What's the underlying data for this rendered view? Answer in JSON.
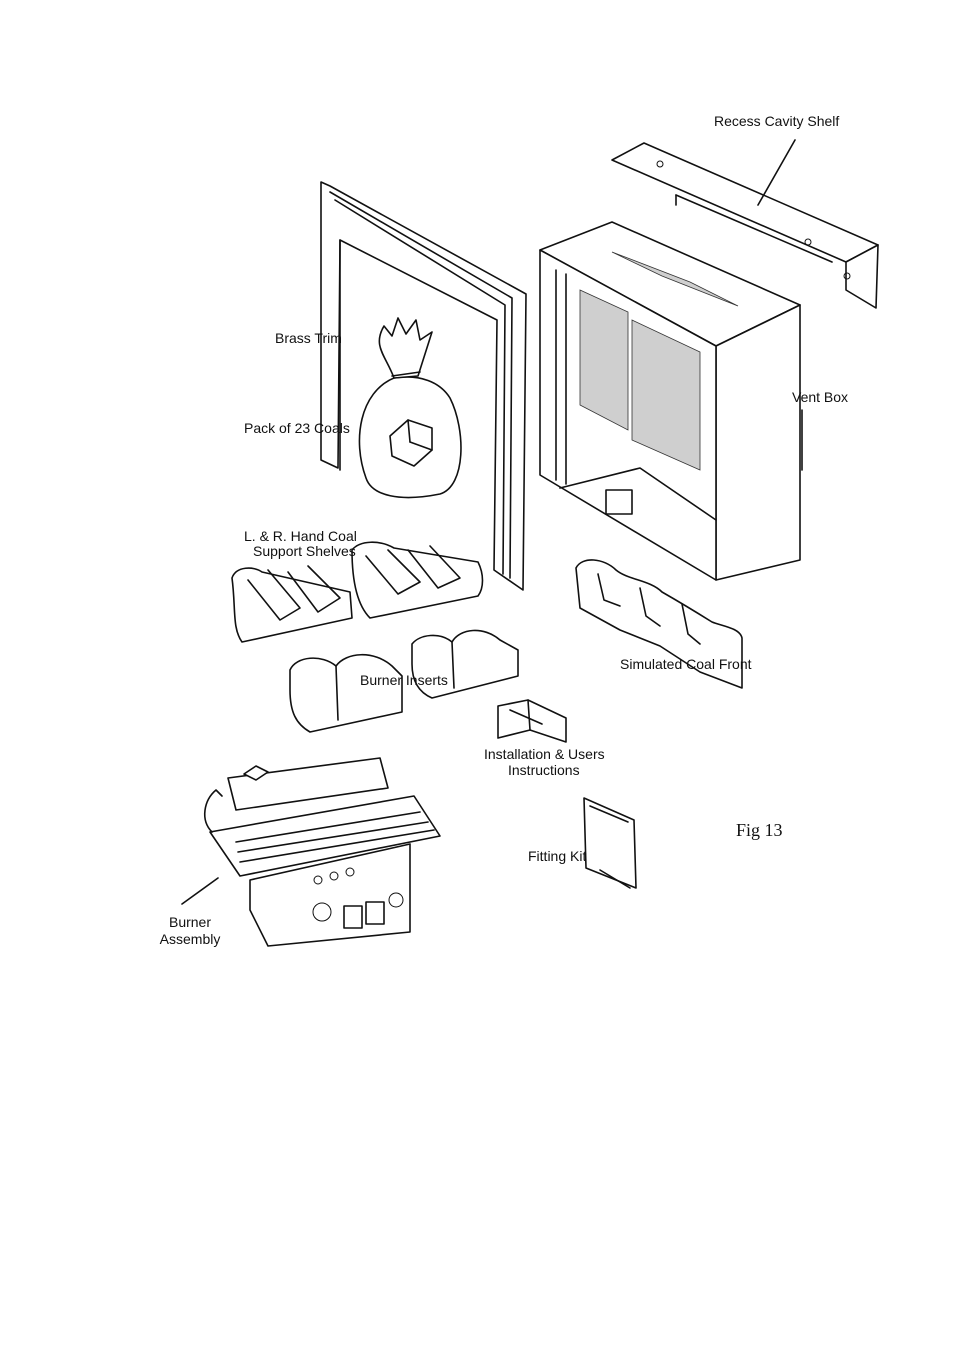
{
  "labels": {
    "recess_cavity_shelf": "Recess Cavity Shelf",
    "brass_trim": "Brass Trim",
    "pack_of_coals": "Pack of 23 Coals",
    "vent_box": "Vent Box",
    "coal_support_shelves_1": "L. & R. Hand Coal",
    "coal_support_shelves_2": "Support Shelves",
    "simulated_coal_front": "Simulated Coal Front",
    "burner_inserts": "Burner Inserts",
    "instructions_1": "Installation & Users",
    "instructions_2": "Instructions",
    "fitting_kit": "Fitting Kit",
    "burner_assembly_1": "Burner",
    "burner_assembly_2": "Assembly"
  },
  "figure_label": "Fig 13"
}
